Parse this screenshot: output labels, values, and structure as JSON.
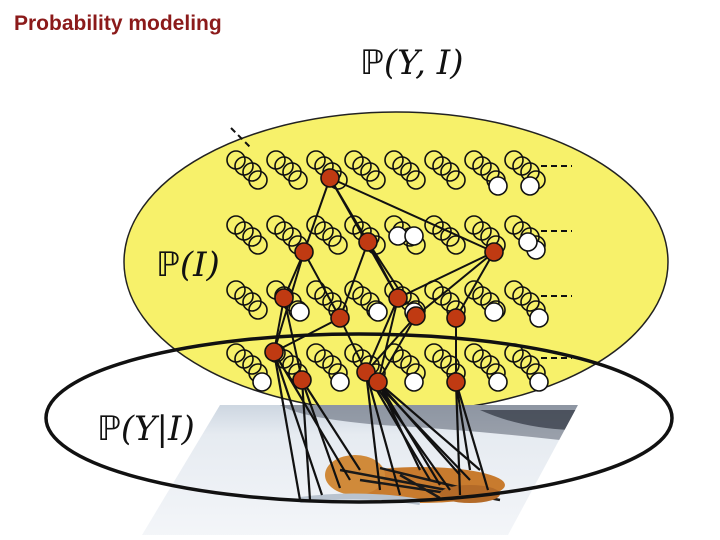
{
  "title": "Probability modeling",
  "labels": {
    "joint": {
      "bb": "ℙ",
      "rest": "(Y, I)"
    },
    "prior": {
      "bb": "ℙ",
      "rest": "(I)"
    },
    "conditional": {
      "bb": "ℙ",
      "rest": "(Y|I)"
    }
  },
  "colors": {
    "title": "#8b1a1a",
    "ellipse_fill": "#f7f16a",
    "active_node": "#c03a12",
    "inactive_node": "#ffffff",
    "snow": "#e9eef4",
    "tiger": "#c87b2e"
  }
}
